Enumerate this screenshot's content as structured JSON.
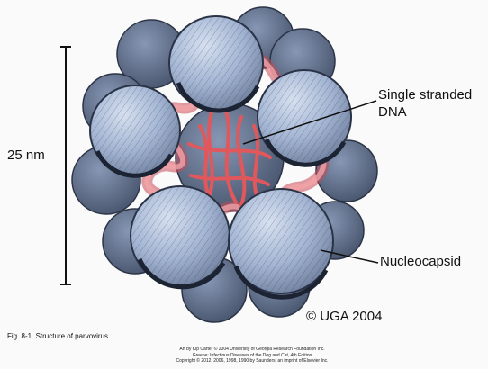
{
  "scale_bar": {
    "label": "25 nm"
  },
  "labels": {
    "dna_line1": "Single stranded",
    "dna_line2": "DNA",
    "nucleocapsid": "Nucleocapsid",
    "copyright": "© UGA 2004"
  },
  "caption": "Fig. 8-1. Structure of parvovirus.",
  "credits": {
    "line1": "Art by Kip Carter © 2004 University of Georgia Research Foundation Inc.",
    "line2": "Greene: Infectious Diseases of the Dog and Cat, 4th Edition",
    "line3": "Copyright © 2012, 2006, 1998, 1990 by Saunders, an imprint of Elsevier Inc."
  },
  "colors": {
    "capsomer_front": "#a9bbd8",
    "capsomer_back": "#5f6f8c",
    "dna": "#e0585c",
    "dna_outline": "#c74a55"
  }
}
